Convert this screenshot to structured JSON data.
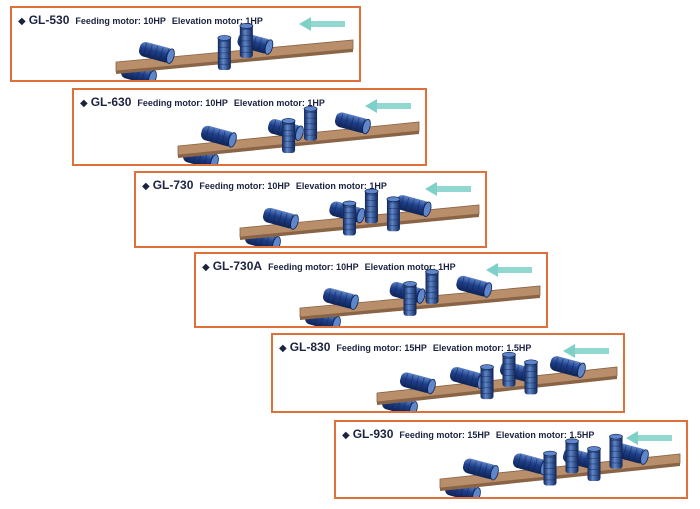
{
  "colors": {
    "border": "#e0703a",
    "board": "#b98e6a",
    "board_edge": "#8a6446",
    "roller": "#1f3f8a",
    "roller_dark": "#0f2456",
    "roller_light": "#5f86c9",
    "arrow": "#7fd0c8",
    "text": "#1c2340"
  },
  "icons": {
    "bullet": "◆",
    "direction": "feed-direction-arrow-icon"
  },
  "models": [
    {
      "name": "GL-530",
      "feeding_motor": "Feeding motor: 10HP",
      "elevation_motor": "Elevation motor: 1HP",
      "horizontal_rollers": 3,
      "vertical_rollers": 2
    },
    {
      "name": "GL-630",
      "feeding_motor": "Feeding motor: 10HP",
      "elevation_motor": "Elevation motor: 1HP",
      "horizontal_rollers": 4,
      "vertical_rollers": 2
    },
    {
      "name": "GL-730",
      "feeding_motor": "Feeding motor: 10HP",
      "elevation_motor": "Elevation motor: 1HP",
      "horizontal_rollers": 4,
      "vertical_rollers": 3
    },
    {
      "name": "GL-730A",
      "feeding_motor": "Feeding motor: 10HP",
      "elevation_motor": "Elevation motor: 1HP",
      "horizontal_rollers": 4,
      "vertical_rollers": 2
    },
    {
      "name": "GL-830",
      "feeding_motor": "Feeding motor: 15HP",
      "elevation_motor": "Elevation motor: 1.5HP",
      "horizontal_rollers": 5,
      "vertical_rollers": 3
    },
    {
      "name": "GL-930",
      "feeding_motor": "Feeding motor: 15HP",
      "elevation_motor": "Elevation motor: 1.5HP",
      "horizontal_rollers": 5,
      "vertical_rollers": 4
    }
  ]
}
